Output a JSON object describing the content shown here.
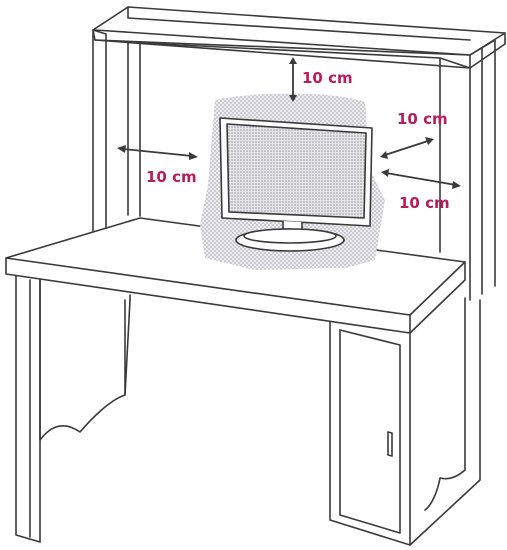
{
  "colors": {
    "line": "#3a3a3a",
    "label": "#b81d5b",
    "shade": "#c9c9cf",
    "screen": "#d8d8de",
    "background": "#ffffff"
  },
  "labels": {
    "top": "10 cm",
    "right_upper": "10 cm",
    "left": "10 cm",
    "right_lower": "10 cm"
  }
}
